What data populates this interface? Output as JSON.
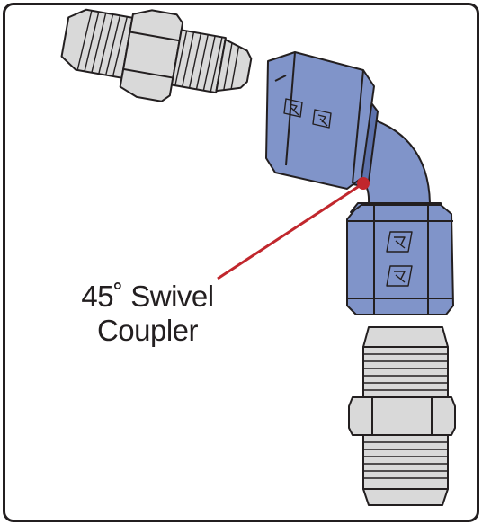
{
  "callout": {
    "line1": "45˚ Swivel",
    "line2": "Coupler"
  },
  "logo_text": "RR",
  "colors": {
    "fitting_blue": "#8094c9",
    "fitting_blue_dark": "#5d72ad",
    "steel": "#d9d9d9",
    "steel_dark": "#b3b3b3",
    "outline": "#231f20",
    "leader": "#c1272d"
  },
  "icons": {
    "top_left_fitting": "bulkhead-adapter-icon",
    "swivel_coupler": "swivel-coupler-icon",
    "bottom_fitting": "bulkhead-adapter-icon",
    "callout_pointer": "leader-dot-icon"
  }
}
